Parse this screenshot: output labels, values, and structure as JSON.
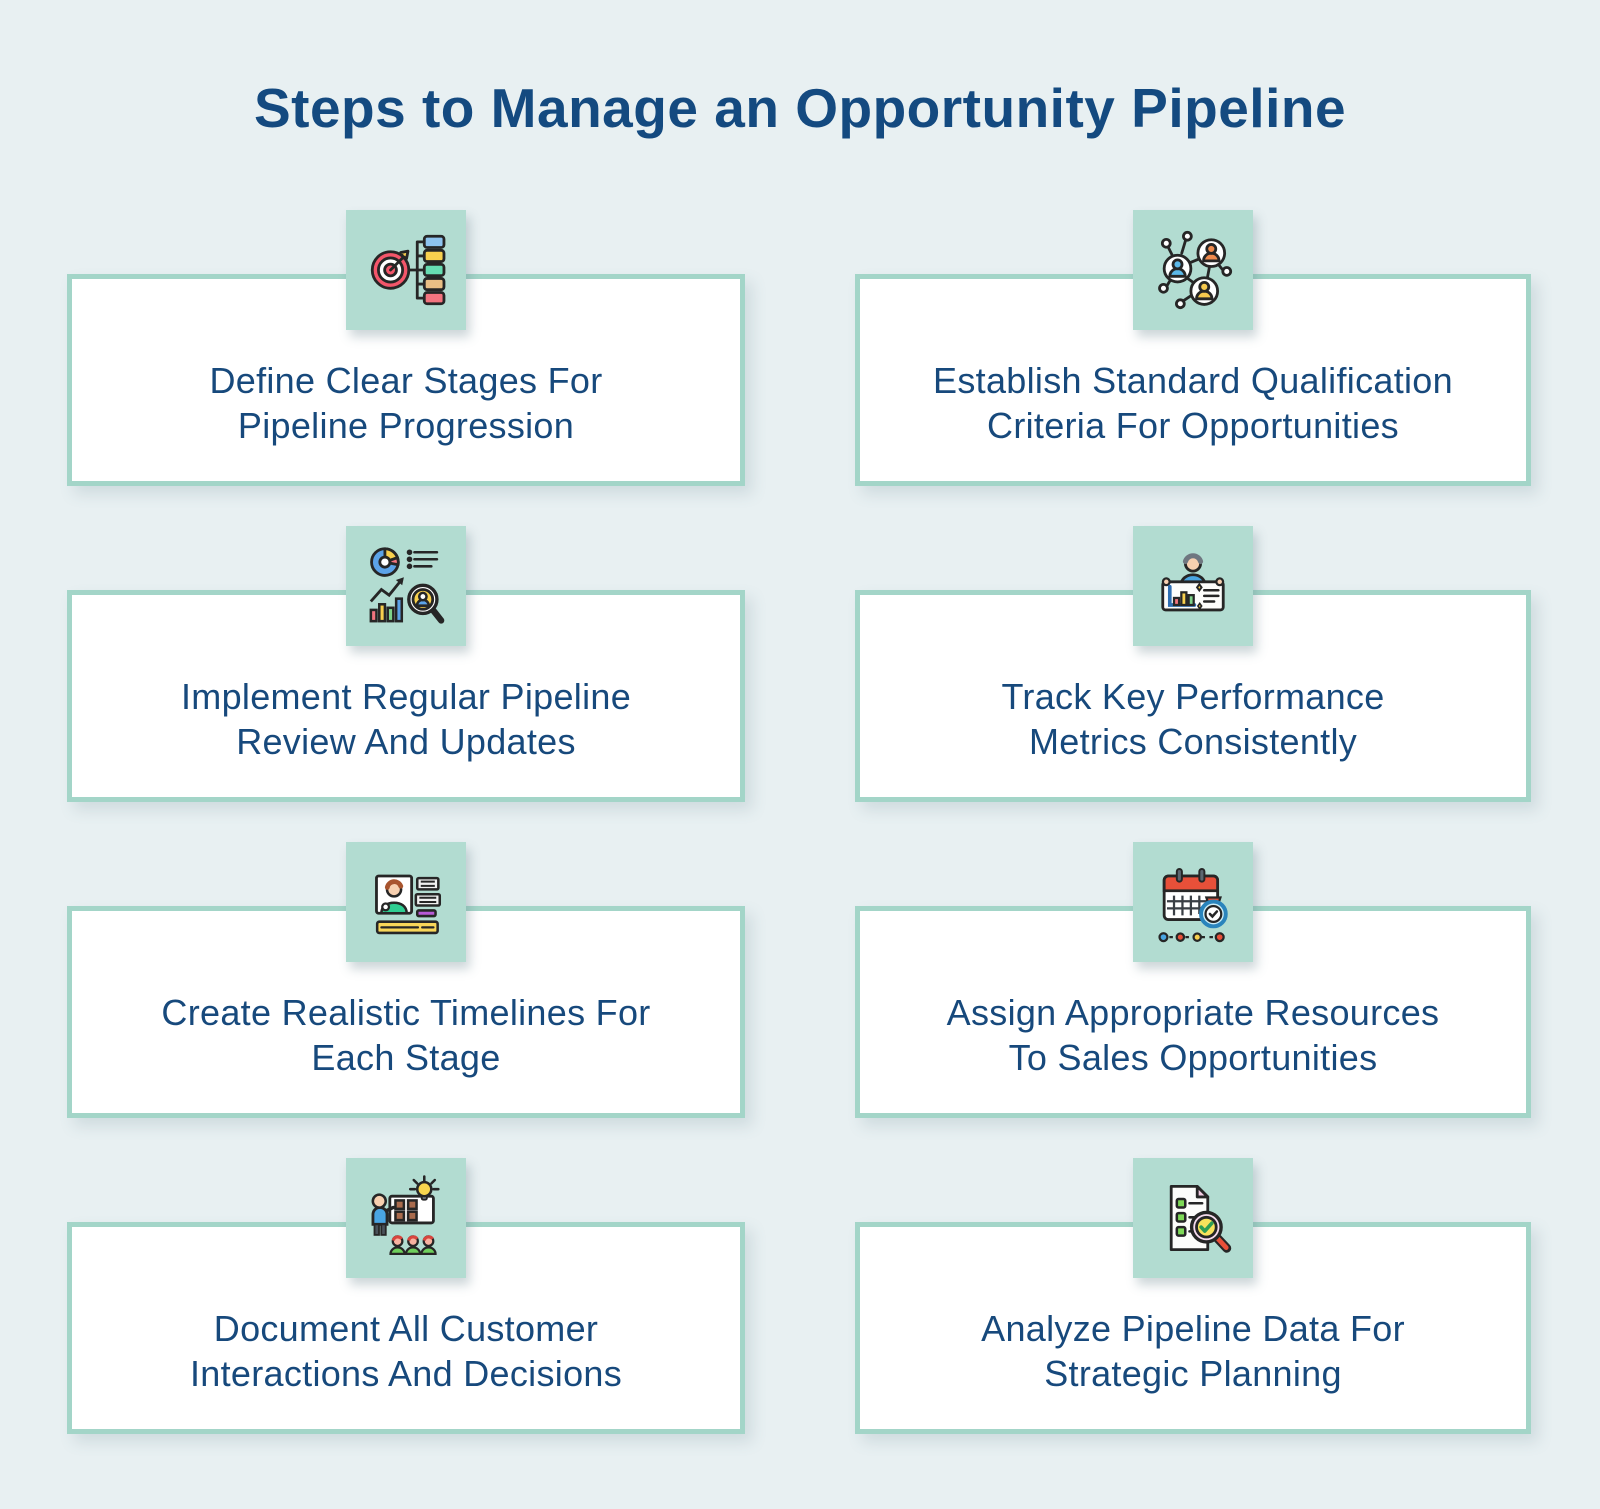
{
  "title": "Steps to Manage an Opportunity Pipeline",
  "palette": {
    "background": "#e8f0f2",
    "card_background": "#ffffff",
    "card_border": "#a3d5c8",
    "icon_tile_background": "#b2dcd1",
    "title_text": "#144a80",
    "card_text": "#17497c"
  },
  "cards": [
    {
      "icon": "target-flowchart-icon",
      "lines": [
        "Define Clear Stages For",
        "Pipeline Progression"
      ]
    },
    {
      "icon": "people-network-icon",
      "lines": [
        "Establish Standard Qualification",
        "Criteria For Opportunities"
      ]
    },
    {
      "icon": "analytics-review-icon",
      "lines": [
        "Implement Regular Pipeline",
        "Review And Updates"
      ]
    },
    {
      "icon": "metrics-presenter-icon",
      "lines": [
        "Track Key Performance",
        "Metrics Consistently"
      ]
    },
    {
      "icon": "profile-timeline-icon",
      "lines": [
        "Create Realistic Timelines For",
        "Each Stage"
      ]
    },
    {
      "icon": "calendar-clock-icon",
      "lines": [
        "Assign Appropriate Resources",
        "To Sales Opportunities"
      ]
    },
    {
      "icon": "team-presentation-icon",
      "lines": [
        "Document All Customer",
        "Interactions And Decisions"
      ]
    },
    {
      "icon": "document-analysis-icon",
      "lines": [
        "Analyze Pipeline Data For",
        "Strategic Planning"
      ]
    }
  ]
}
